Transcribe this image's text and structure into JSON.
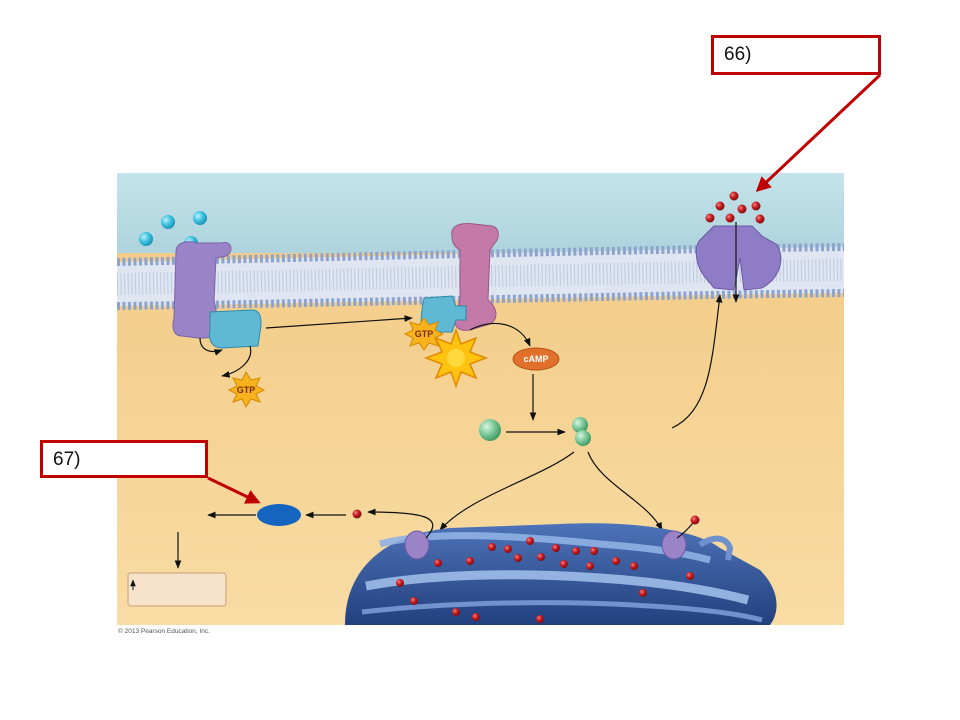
{
  "callouts": {
    "c66": "66)",
    "c67": "67)"
  },
  "labels": {
    "gtp_left": "GTP",
    "gtp_center": "GTP",
    "camp": "cAMP",
    "copyright": "© 2013 Pearson Education, Inc."
  },
  "colors": {
    "callout_border": "#c00000",
    "cytoplasm": "#f6d28f",
    "extracellular": "#b9dbe3",
    "receptor": "#9a82c6",
    "g_protein": "#5fb8d4",
    "gtp": "#f7b21e",
    "camp": "#e0702a",
    "er": "#2e4f97",
    "calcium": "#b51419",
    "response": "#1565c0"
  }
}
